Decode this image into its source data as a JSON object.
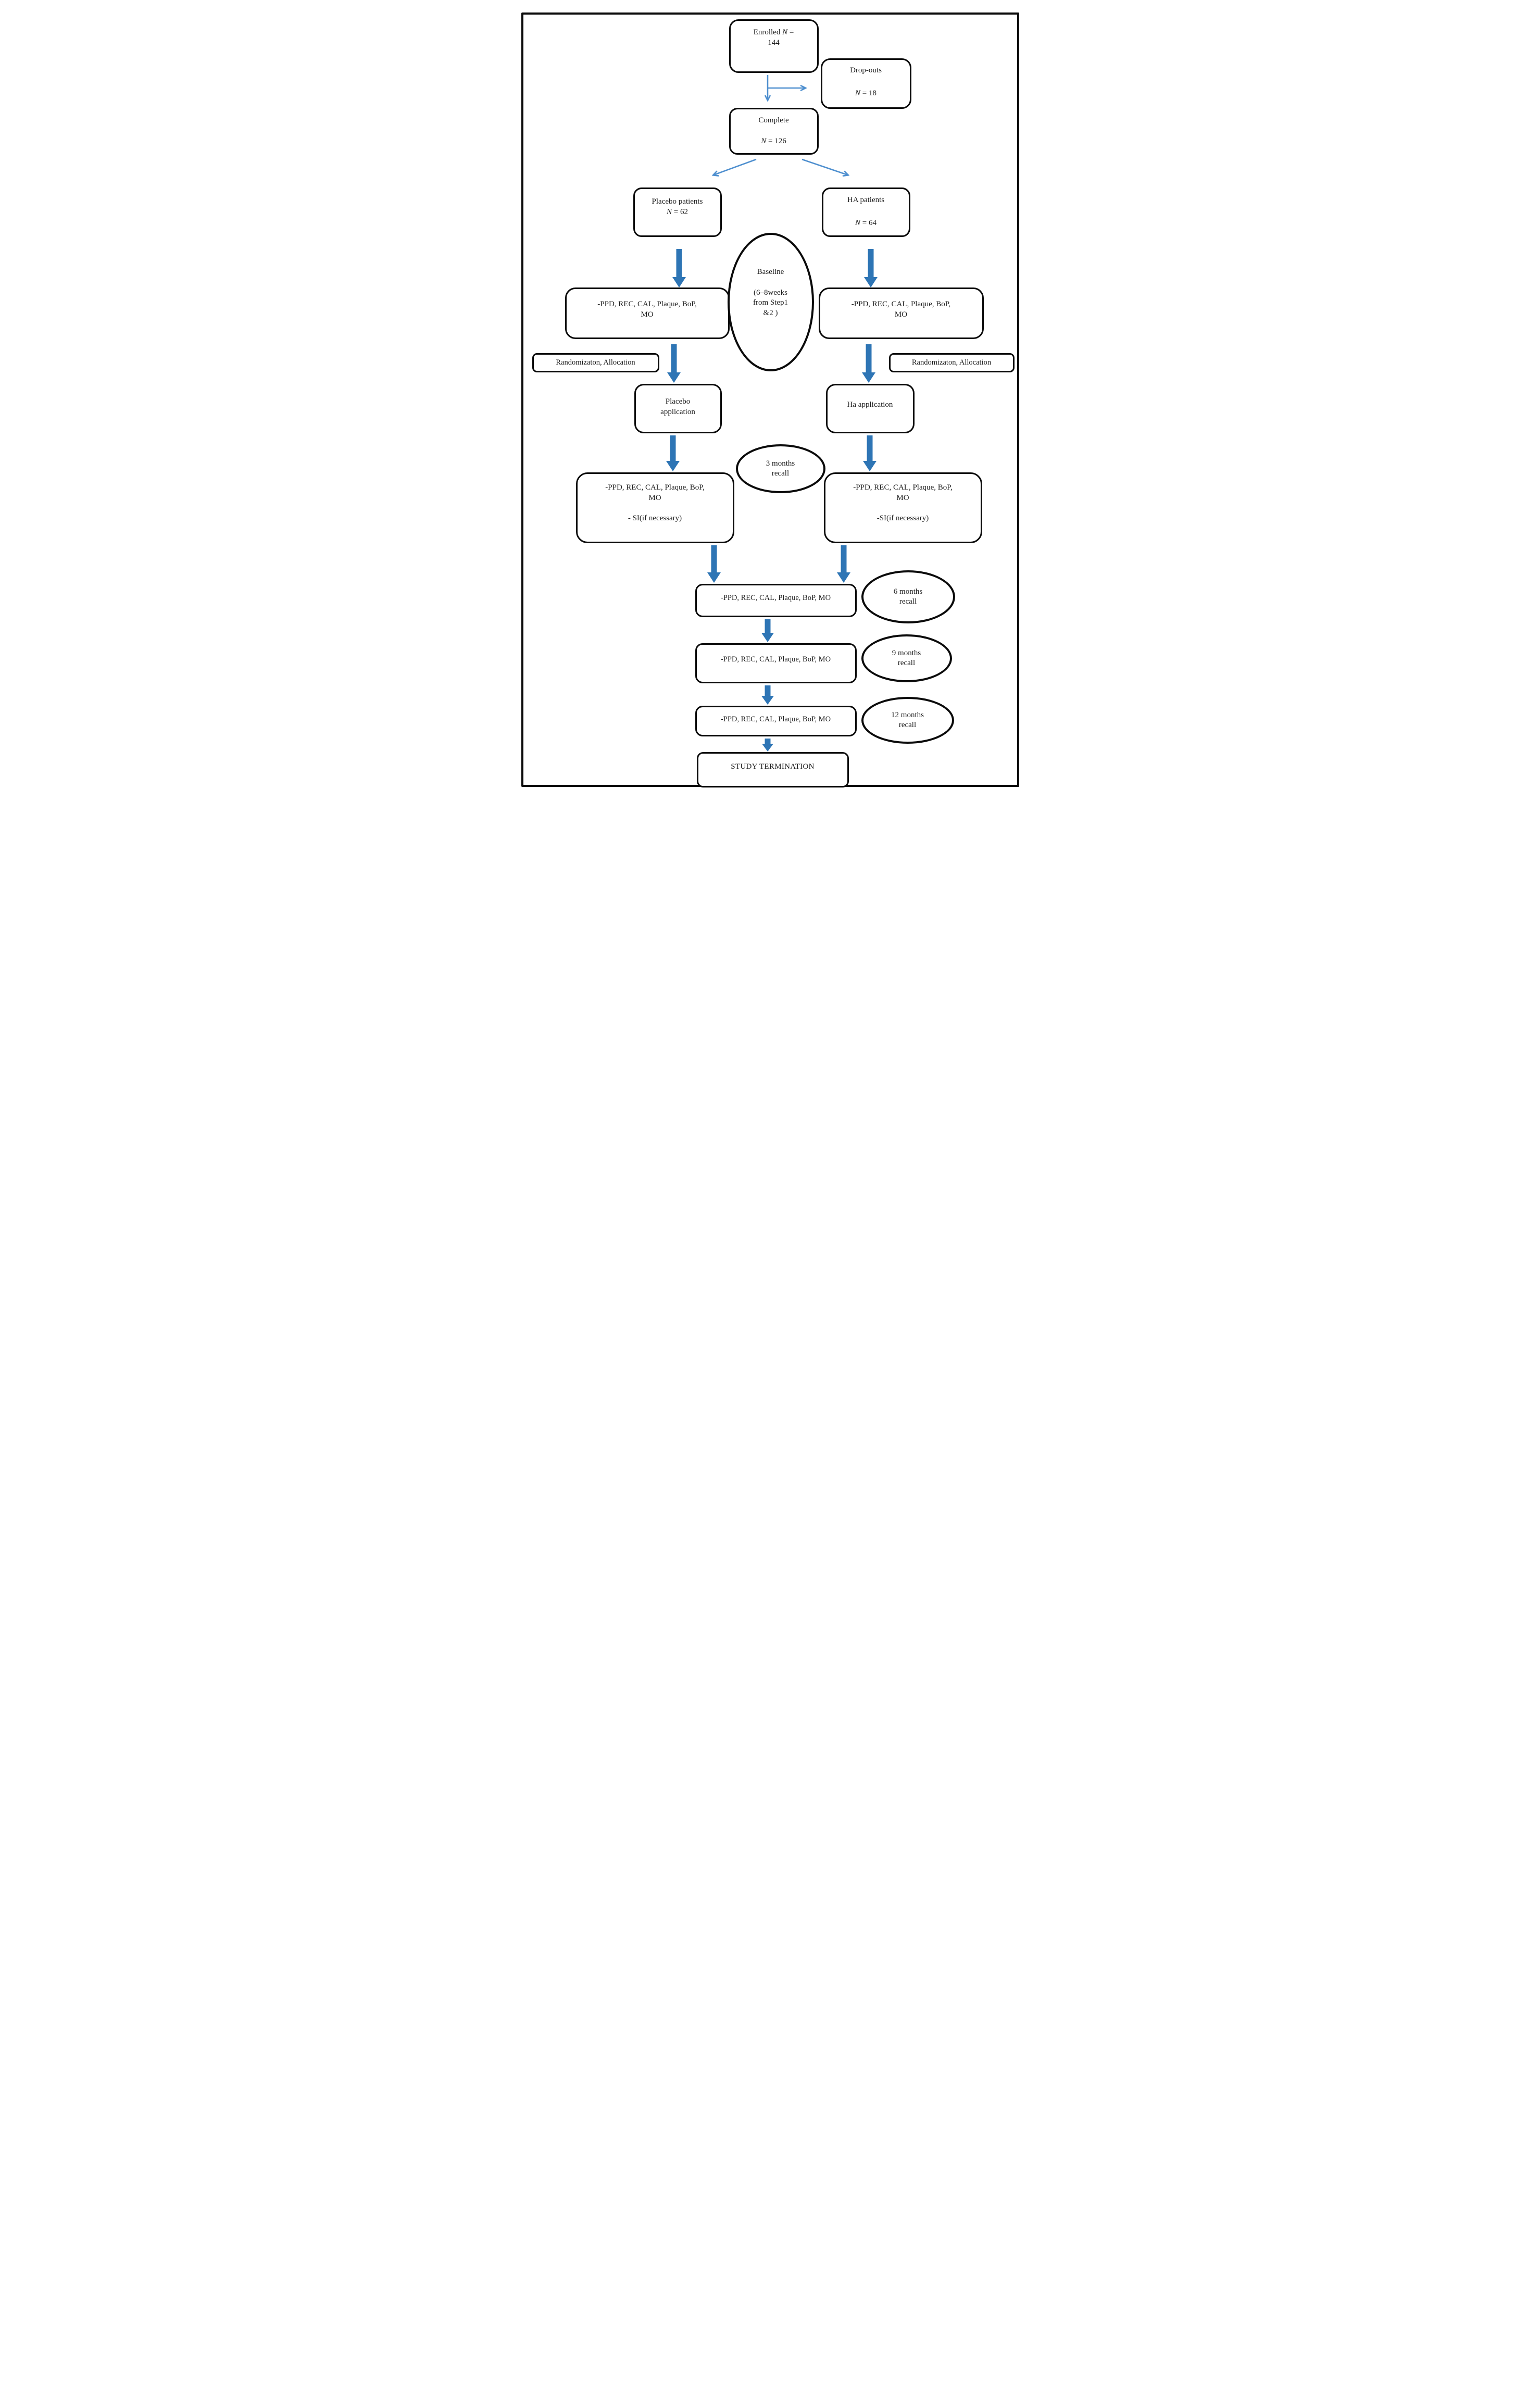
{
  "colors": {
    "box_border": "#0b0b0b",
    "thick_arrow": "#2e75b5",
    "thin_arrow": "#4e8fcf",
    "text": "#1c1c1c"
  },
  "nodes": {
    "enrolled": {
      "label": "Enrolled",
      "n": "N",
      "eq": "=",
      "value": "144"
    },
    "dropouts": {
      "label": "Drop-outs",
      "n": "N",
      "eq": "=",
      "value": "18"
    },
    "complete": {
      "label": "Complete",
      "n": "N",
      "eq": "=",
      "value": "126"
    },
    "placebo_patients": {
      "label": "Placebo patients",
      "n": "N",
      "eq": "=",
      "value": "62"
    },
    "ha_patients": {
      "label": "HA patients",
      "n": "N",
      "eq": "=",
      "value": "64"
    },
    "baseline": {
      "title": "Baseline",
      "sub1": "(6–8weeks",
      "sub2": "from Step1",
      "sub3": "&2 )"
    },
    "measures_placebo_baseline": {
      "line1": "-PPD, REC, CAL, Plaque, BoP,",
      "line2": "MO"
    },
    "measures_ha_baseline": {
      "line1": "-PPD, REC, CAL, Plaque, BoP,",
      "line2": "MO"
    },
    "randomization_left": {
      "label": "Randomizaton, Allocation"
    },
    "randomization_right": {
      "label": "Randomizaton, Allocation"
    },
    "placebo_application": {
      "line1": "Placebo",
      "line2": "application"
    },
    "ha_application": {
      "label": "Ha application"
    },
    "recall_3": {
      "line1": "3 months",
      "line2": "recall"
    },
    "measures_placebo_3m": {
      "line1": "-PPD, REC, CAL, Plaque, BoP,",
      "line2": "MO",
      "line3": "- SI(if necessary)"
    },
    "measures_ha_3m": {
      "line1": "-PPD, REC, CAL, Plaque, BoP,",
      "line2": "MO",
      "line3": "-SI(if necessary)"
    },
    "measures_6m": {
      "label": "-PPD, REC, CAL, Plaque, BoP, MO"
    },
    "recall_6": {
      "line1": "6 months",
      "line2": "recall"
    },
    "measures_9m": {
      "label": "-PPD, REC, CAL, Plaque, BoP, MO"
    },
    "recall_9": {
      "line1": "9 months",
      "line2": "recall"
    },
    "measures_12m": {
      "label": "-PPD, REC, CAL, Plaque, BoP, MO"
    },
    "recall_12": {
      "line1": "12 months",
      "line2": "recall"
    },
    "termination": {
      "label": "STUDY TERMINATION"
    }
  }
}
